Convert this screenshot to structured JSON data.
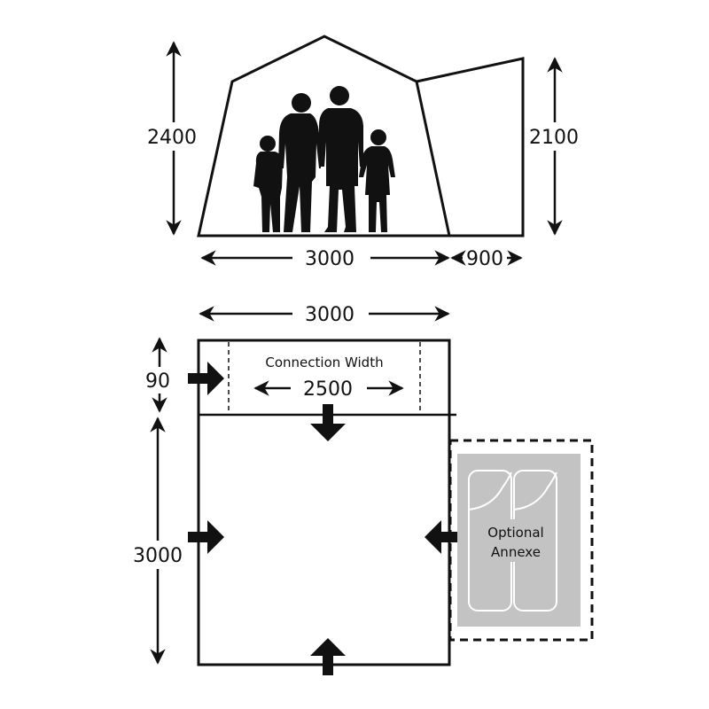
{
  "colors": {
    "line": "#111111",
    "fill_dark": "#111111",
    "annexe_fill": "#c3c3c3",
    "background": "#ffffff"
  },
  "elevation": {
    "height_main": "2400",
    "height_annexe": "2100",
    "width_main": "3000",
    "width_annexe": "900"
  },
  "plan": {
    "width": "3000",
    "connection_label": "Connection Width",
    "connection_width": "2500",
    "strip_depth": "90",
    "depth": "3000",
    "annexe_label_line1": "Optional",
    "annexe_label_line2": "Annexe"
  },
  "icons": {
    "family": "family-silhouette-icon",
    "door": "door-arrow-icon",
    "beds": "sleeping-bag-icon"
  }
}
